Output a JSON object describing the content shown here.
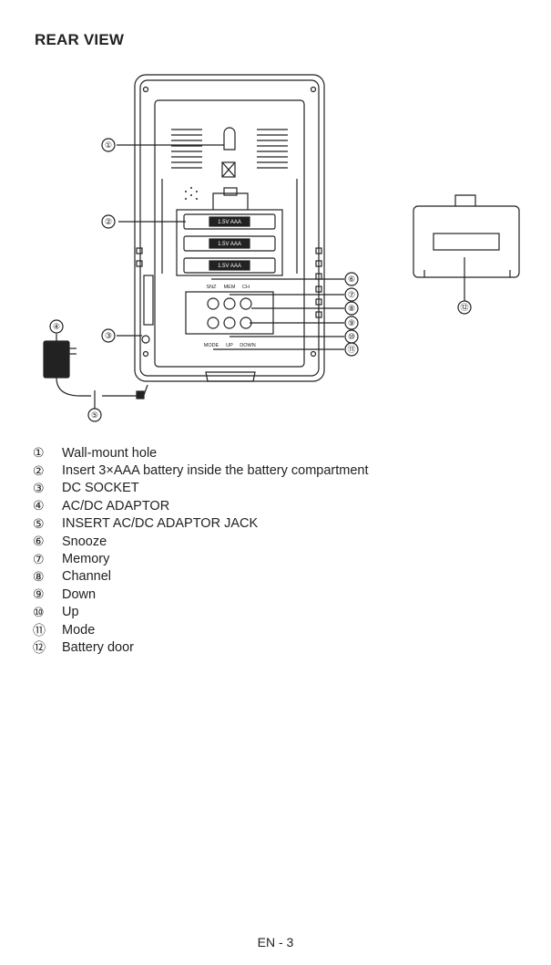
{
  "title": "REAR VIEW",
  "callouts": [
    "①",
    "②",
    "③",
    "④",
    "⑤",
    "⑥",
    "⑦",
    "⑧",
    "⑨",
    "⑩",
    "⑪",
    "⑫"
  ],
  "button_labels": {
    "snooze": "SNZ",
    "memory": "MEM",
    "channel": "CH",
    "mode": "MODE",
    "up": "UP",
    "down": "DOWN"
  },
  "battery_labels": [
    "1.5V AAA",
    "1.5V AAA",
    "1.5V AAA"
  ],
  "legend": [
    {
      "num": "①",
      "label": "Wall-mount hole"
    },
    {
      "num": "②",
      "label": "Insert 3×AAA battery inside the battery compartment"
    },
    {
      "num": "③",
      "label": "DC SOCKET"
    },
    {
      "num": "④",
      "label": "AC/DC ADAPTOR"
    },
    {
      "num": "⑤",
      "label": "INSERT AC/DC ADAPTOR JACK"
    },
    {
      "num": "⑥",
      "label": "Snooze"
    },
    {
      "num": "⑦",
      "label": "Memory"
    },
    {
      "num": "⑧",
      "label": "Channel"
    },
    {
      "num": "⑨",
      "label": "Down"
    },
    {
      "num": "⑩",
      "label": "Up"
    },
    {
      "num": "⑪",
      "label": "Mode"
    },
    {
      "num": "⑫",
      "label": "Battery door"
    }
  ],
  "footer": "EN - 3"
}
